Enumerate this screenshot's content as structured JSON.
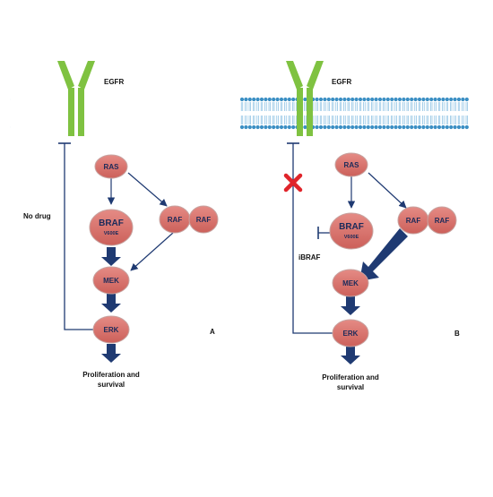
{
  "panels": [
    {
      "id": "A",
      "receptor_label": "EGFR",
      "condition_label": "No drug",
      "nodes": {
        "ras": "RAS",
        "braf_main": "BRAF",
        "braf_sub": "V600E",
        "raf1": "RAF",
        "raf2": "RAF",
        "mek": "MEK",
        "erk": "ERK"
      },
      "outcome_line1": "Proliferation and",
      "outcome_line2": "survival",
      "panel_letter": "A"
    },
    {
      "id": "B",
      "receptor_label": "EGFR",
      "inhibitor_label": "iBRAF",
      "nodes": {
        "ras": "RAS",
        "braf_main": "BRAF",
        "braf_sub": "V600E",
        "raf1": "RAF",
        "raf2": "RAF",
        "mek": "MEK",
        "erk": "ERK"
      },
      "outcome_line1": "Proliferation and",
      "outcome_line2": "survival",
      "panel_letter": "B"
    }
  ],
  "colors": {
    "node_fill": "#d9716b",
    "node_stroke": "#c7a3a0",
    "arrow": "#1f3a72",
    "receptor": "#7fc241",
    "membrane_head": "#3b8fc4",
    "membrane_tail": "#6fb2dc",
    "cross": "#e0242a"
  }
}
